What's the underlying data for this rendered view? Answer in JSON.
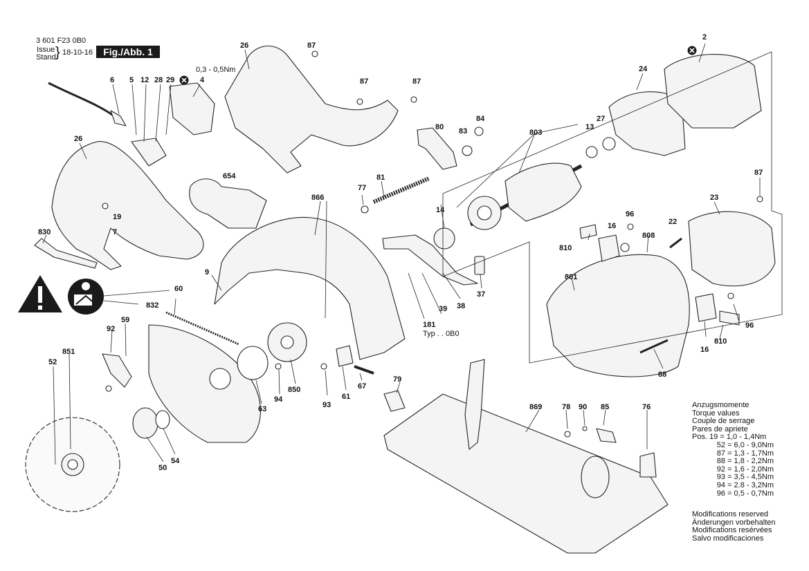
{
  "header": {
    "doc_number": "3 601 F23 0B0",
    "issue_label": "Issue",
    "stand_label": "Stand",
    "date": "18-10-16",
    "figure": "Fig./Abb. 1"
  },
  "annotations": {
    "torque_switch": "0,3 - 0,5Nm",
    "type_note": "Typ . . 0B0"
  },
  "icons": [
    "warning-triangle-icon",
    "read-manual-icon",
    "x-marker-icon"
  ],
  "part_labels": [
    "2",
    "4",
    "5",
    "6",
    "7",
    "9",
    "12",
    "13",
    "14",
    "16",
    "19",
    "22",
    "23",
    "24",
    "26",
    "27",
    "28",
    "29",
    "37",
    "38",
    "39",
    "50",
    "52",
    "54",
    "59",
    "60",
    "61",
    "63",
    "67",
    "76",
    "77",
    "78",
    "79",
    "80",
    "81",
    "83",
    "84",
    "85",
    "87",
    "88",
    "90",
    "92",
    "93",
    "94",
    "96",
    "181",
    "654",
    "801",
    "803",
    "808",
    "810",
    "830",
    "832",
    "850",
    "851",
    "866",
    "869"
  ],
  "torque": {
    "titles": [
      "Anzugsmomente",
      "Torque values",
      "Couple de serrage",
      "Pares de apriete"
    ],
    "rows": [
      {
        "pos": "Pos. 19",
        "value": "= 1,0 - 1,4Nm"
      },
      {
        "pos": "52",
        "value": "= 6,0 - 9,0Nm"
      },
      {
        "pos": "87",
        "value": "= 1,3 - 1,7Nm"
      },
      {
        "pos": "88",
        "value": "= 1,8 - 2,2Nm"
      },
      {
        "pos": "92",
        "value": "= 1,6 - 2,0Nm"
      },
      {
        "pos": "93",
        "value": "= 3,5 - 4,5Nm"
      },
      {
        "pos": "94",
        "value": "= 2.8 - 3,2Nm"
      },
      {
        "pos": "96",
        "value": "= 0,5 - 0,7Nm"
      }
    ]
  },
  "modifications": [
    "Modifications reserved",
    "Änderungen vorbehalten",
    "Modifications resérvées",
    "Salvo modificaciones"
  ]
}
